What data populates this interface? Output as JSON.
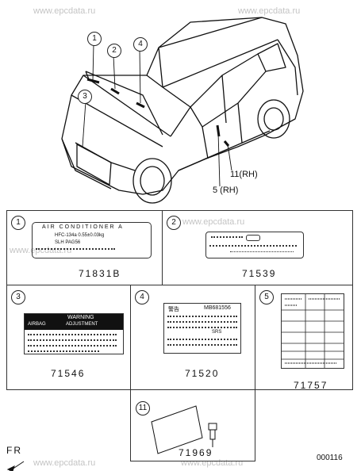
{
  "watermarks": [
    "www.epcdata.ru",
    "www.epcdata.ru",
    "www.epcdata.ru",
    "www.epcdata.ru",
    "www.epcdata.ru",
    "www.epcdata.ru"
  ],
  "callouts": [
    "1",
    "2",
    "3",
    "4",
    "5",
    "11"
  ],
  "car_labels": {
    "label_11": "11(RH)",
    "label_5": "5 (RH)"
  },
  "panels": [
    {
      "num": "1",
      "part": "71831B",
      "lines": [
        "AIR CONDITIONER A",
        "HFC-134a 0.55±0.03kg",
        "SLH PAG56"
      ]
    },
    {
      "num": "2",
      "part": "71539"
    },
    {
      "num": "3",
      "part": "71546",
      "lines": [
        "WARNING",
        "AIRBAG ",
        "ADJUSTMENT"
      ]
    },
    {
      "num": "4",
      "part": "71520",
      "lines": [
        "警告",
        "MB681556",
        "SRS"
      ]
    },
    {
      "num": "5",
      "part": "71757"
    },
    {
      "num": "11",
      "part": "71969"
    }
  ],
  "fr_label": "FR",
  "diagram_code": "000116"
}
